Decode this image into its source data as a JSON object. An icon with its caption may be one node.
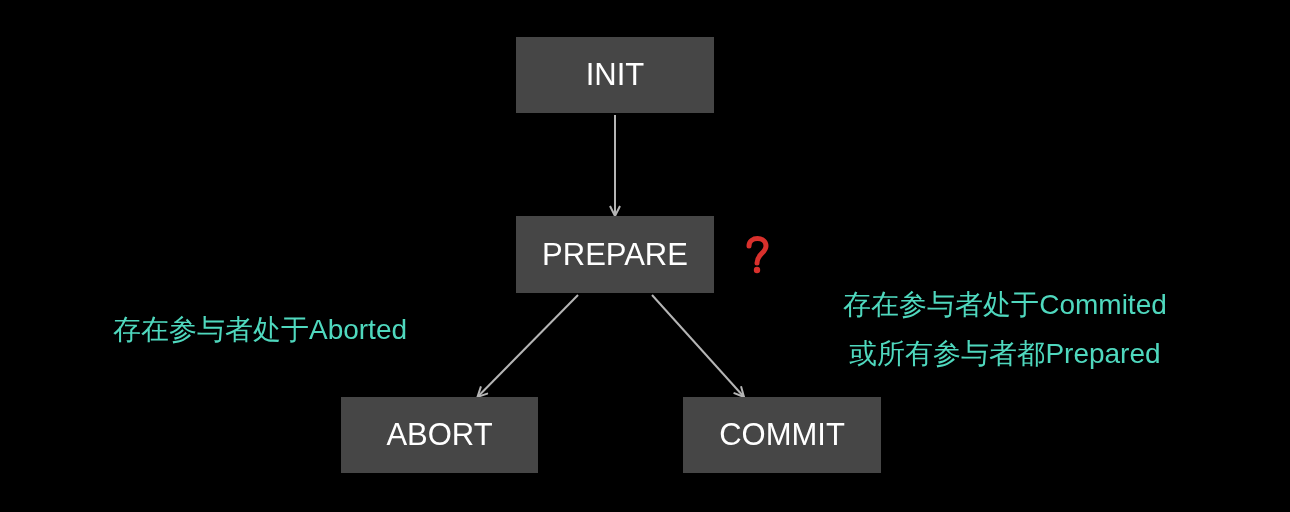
{
  "diagram": {
    "nodes": [
      {
        "text": [
          "INIT"
        ]
      },
      {
        "text": [
          "PREPARE"
        ]
      },
      {
        "text": [
          "ABORT"
        ]
      },
      {
        "text": [
          "COMMIT"
        ]
      }
    ],
    "edges": [
      {
        "from": 0,
        "to": 1,
        "arrow": "to"
      },
      {
        "from": 1,
        "to": 2,
        "arrow": "to",
        "label": "存在参与者处于Aborted"
      },
      {
        "from": 1,
        "to": 3,
        "arrow": "to",
        "label": "存在参与者处于Commited或所有参与者都Prepared"
      }
    ]
  }
}
